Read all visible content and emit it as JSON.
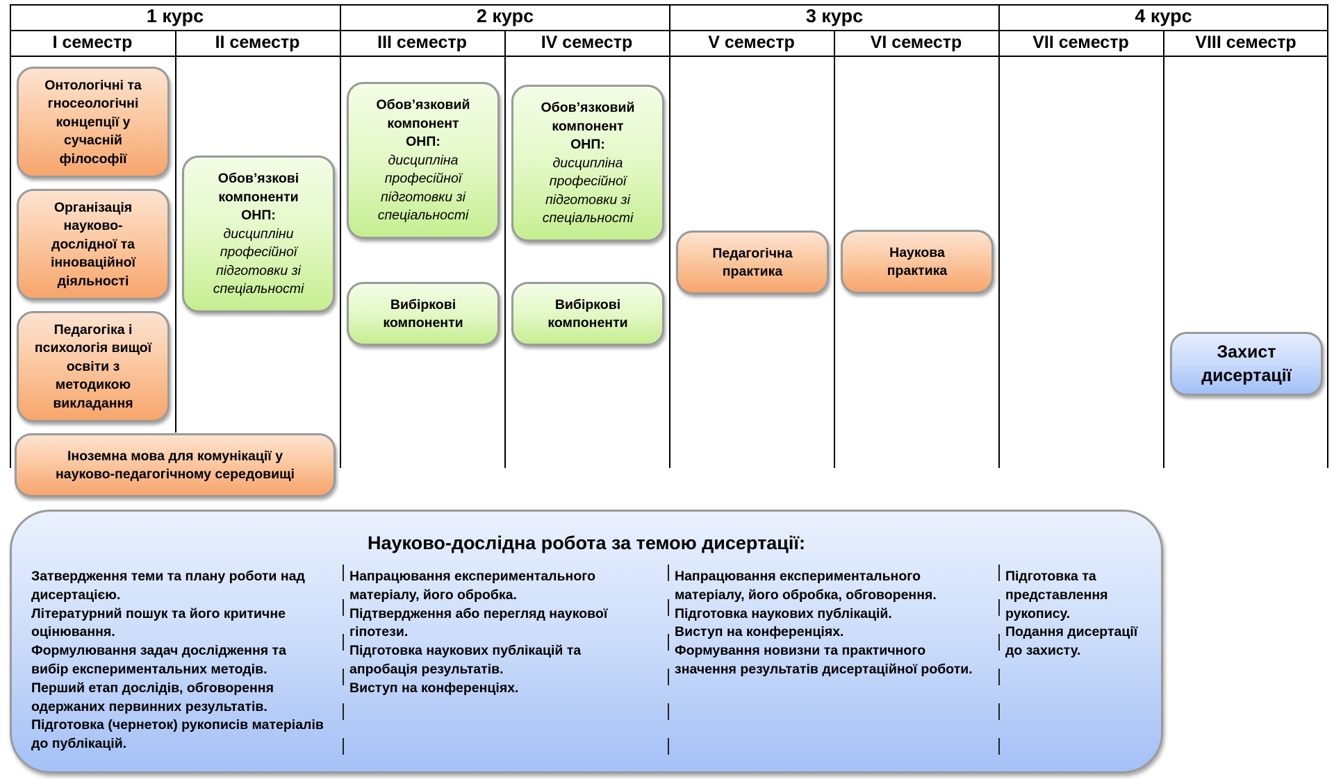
{
  "header": {
    "courses": [
      "1 курс",
      "2 курс",
      "3 курс",
      "4 курс"
    ],
    "semesters": [
      "І семестр",
      "ІІ семестр",
      "ІІІ семестр",
      "IV семестр",
      "V семестр",
      "VI семестр",
      "VII семестр",
      "VIII семестр"
    ]
  },
  "boxes": {
    "ontology": [
      "Онтологічні та",
      "гносеологічні",
      "концепції у",
      "сучасній",
      "філософії"
    ],
    "organization": [
      "Організація",
      "науково-",
      "дослідної та",
      "інноваційної",
      "діяльності"
    ],
    "pedagogy": [
      "Педагогіка і",
      "психологія вищої",
      "освіти з",
      "методикою",
      "викладання"
    ],
    "foreign_language": [
      "Іноземна мова для комунікації у",
      "науково-педагогічному середовищі"
    ],
    "mandatory_sem2": {
      "bold": [
        "Обов’язкові",
        "компоненти",
        "ОНП:"
      ],
      "italic": [
        "дисципліни",
        "професійної",
        "підготовки зі",
        "спеціальності"
      ]
    },
    "mandatory_sem3": {
      "bold": [
        "Обов’язковий",
        "компонент",
        "ОНП:"
      ],
      "italic": [
        "дисципліна",
        "професійної",
        "підготовки зі",
        "спеціальності"
      ]
    },
    "mandatory_sem4": {
      "bold": [
        "Обов’язковий",
        "компонент",
        "ОНП:"
      ],
      "italic": [
        "дисципліна",
        "професійної",
        "підготовки зі",
        "спеціальності"
      ]
    },
    "elective_sem3": [
      "Вибіркові",
      "компоненти"
    ],
    "elective_sem4": [
      "Вибіркові",
      "компоненти"
    ],
    "pedagogical_practice": [
      "Педагогічна",
      "практика"
    ],
    "research_practice": [
      "Наукова",
      "практика"
    ],
    "defense": [
      "Захист",
      "дисертації"
    ]
  },
  "research": {
    "title": "Науково-дослідна робота за темою дисертації:",
    "columns": [
      [
        "Затвердження теми та плану роботи над",
        "дисертацією.",
        "Літературний пошук та його критичне",
        "оцінювання.",
        "Формулювання задач дослідження та",
        "вибір експериментальних методів.",
        "Перший етап дослідів, обговорення",
        "одержаних первинних результатів.",
        "Підготовка (чернеток) рукописів матеріалів",
        "до публікацій."
      ],
      [
        "Напрацювання експериментального",
        "матеріалу, його обробка.",
        "Підтвердження або перегляд наукової",
        "гіпотези.",
        "Підготовка наукових публікацій та",
        "апробація результатів.",
        "Виступ на конференціях."
      ],
      [
        "Напрацювання експериментального",
        "матеріалу, його обробка, обговорення.",
        "Підготовка наукових публікацій.",
        "Виступ на конференціях.",
        "Формування новизни та практичного",
        "значення результатів дисертаційної роботи."
      ],
      [
        "Підготовка та",
        "представлення",
        "рукопису.",
        "Подання дисертації",
        "до захисту."
      ]
    ]
  }
}
